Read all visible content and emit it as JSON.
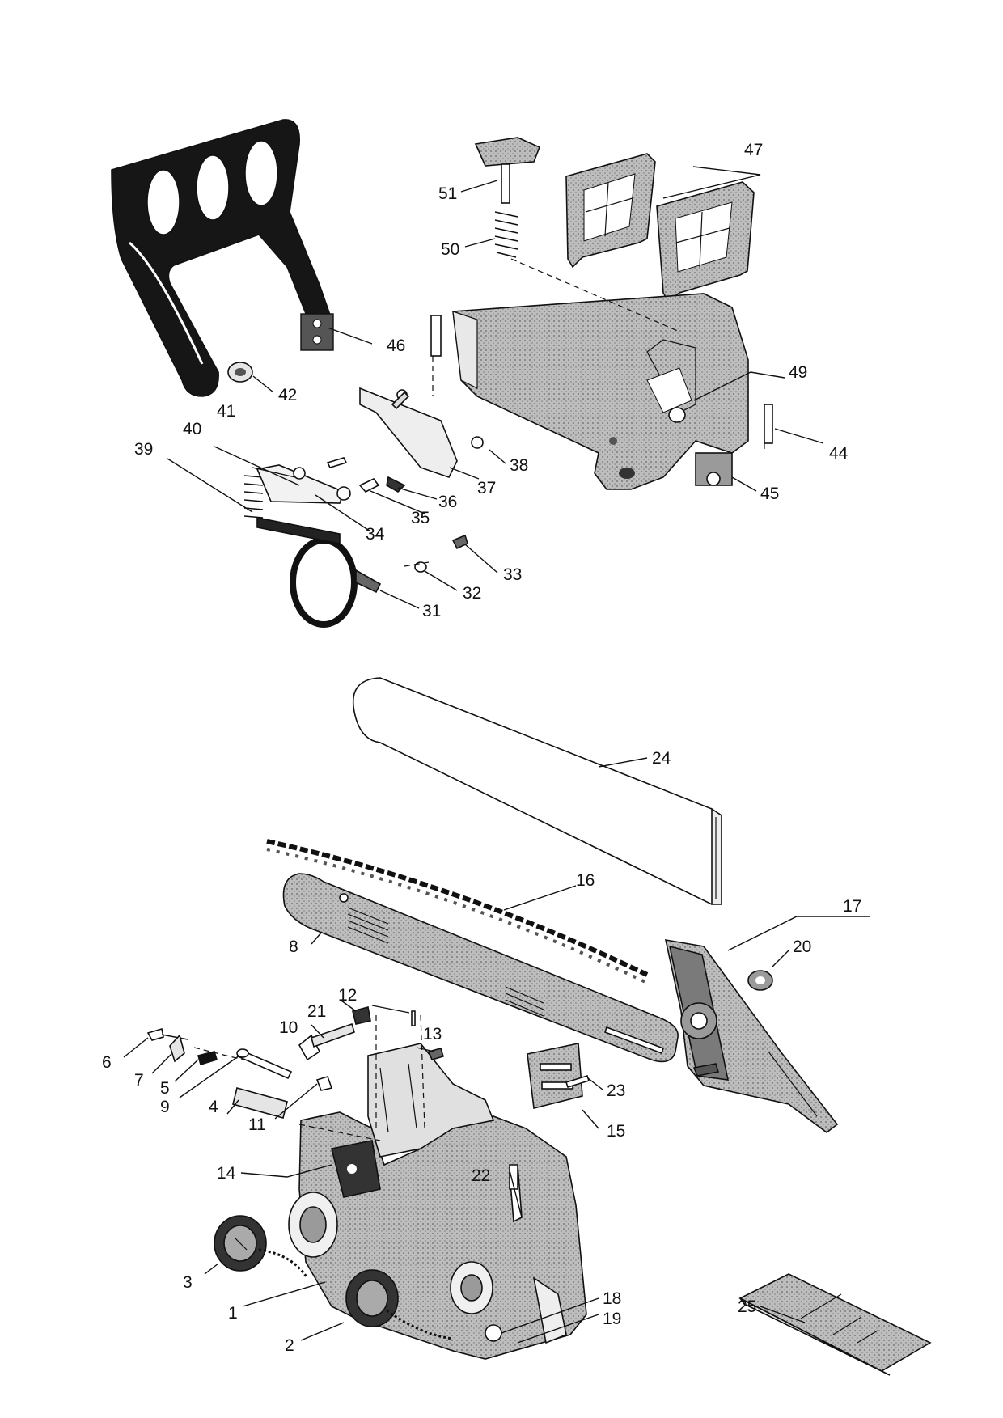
{
  "labels": {
    "l1": "1",
    "l2": "2",
    "l3": "3",
    "l4": "4",
    "l5": "5",
    "l6": "6",
    "l7": "7",
    "l8": "8",
    "l9": "9",
    "l10": "10",
    "l11": "11",
    "l12": "12",
    "l13": "13",
    "l14": "14",
    "l15": "15",
    "l16": "16",
    "l17": "17",
    "l18": "18",
    "l19": "19",
    "l20": "20",
    "l21": "21",
    "l22": "22",
    "l23": "23",
    "l24": "24",
    "l25": "25",
    "l31": "31",
    "l32": "32",
    "l33": "33",
    "l34": "34",
    "l35": "35",
    "l36": "36",
    "l37": "37",
    "l38": "38",
    "l39": "39",
    "l40": "40",
    "l41": "41",
    "l42": "42",
    "l44": "44",
    "l45": "45",
    "l46": "46",
    "l47": "47",
    "l49": "49",
    "l50": "50",
    "l51": "51"
  },
  "colors": {
    "ink": "#111111",
    "part_fill": "#a8a8a8",
    "part_light": "#d2d2d2",
    "paper": "#ffffff"
  }
}
